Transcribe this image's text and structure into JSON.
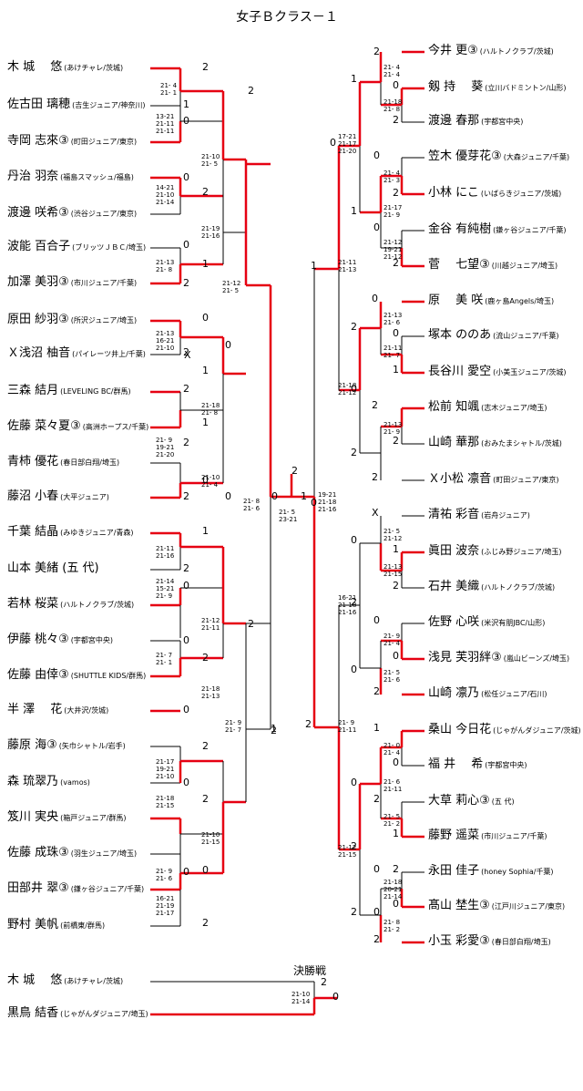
{
  "title": "女子Ｂクラス－１",
  "final_label": "決勝戦",
  "left_players": [
    {
      "name": "木 城　 悠",
      "aff": "(あけチャレ/茨城)"
    },
    {
      "name": "佐古田 璃穂",
      "aff": "(吉生ジュニア/神奈川)"
    },
    {
      "name": "寺岡 志來③",
      "aff": "(町田ジュニア/東京)"
    },
    {
      "name": "丹治 羽奈",
      "aff": "(福島スマッシュ/福島)"
    },
    {
      "name": "渡邊 咲希③",
      "aff": "(渋谷ジュニア/東京)"
    },
    {
      "name": "波能 百合子",
      "aff": "(ブリッツＪＢＣ/埼玉)"
    },
    {
      "name": "加澤 美羽③",
      "aff": "(市川ジュニア/千葉)"
    },
    {
      "name": "原田 紗羽③",
      "aff": "(所沢ジュニア/埼玉)"
    },
    {
      "name": "Ｘ浅沼 柚音",
      "aff": "(パイレーツ井上/千葉)"
    },
    {
      "name": "三森 結月",
      "aff": "(LEVELING BC/群馬)"
    },
    {
      "name": "佐藤 菜々夏③",
      "aff": "(高洲ホープス/千葉)"
    },
    {
      "name": "青柿 優花",
      "aff": "(春日部白翔/埼玉)"
    },
    {
      "name": "藤沼 小春",
      "aff": "(大平ジュニア)"
    },
    {
      "name": "千葉 結晶",
      "aff": "(みゆきジュニア/青森)"
    },
    {
      "name": "山本 美緒 (五 代)",
      "aff": ""
    },
    {
      "name": "若林 桜菜",
      "aff": "(ハルトノクラブ/茨城)"
    },
    {
      "name": "伊藤 桃々③",
      "aff": "(宇都宮中央)"
    },
    {
      "name": "佐藤 由倖③",
      "aff": "(SHUTTLE KIDS/群馬)"
    },
    {
      "name": "半 澤　 花",
      "aff": "(大井沢/茨城)"
    },
    {
      "name": "藤原 海③",
      "aff": "(矢巾シャトル/岩手)"
    },
    {
      "name": "森 琉翠乃",
      "aff": "(vamos)"
    },
    {
      "name": "笈川 実央",
      "aff": "(箱戸ジュニア/群馬)"
    },
    {
      "name": "佐藤 成珠③",
      "aff": "(羽生ジュニア/埼玉)"
    },
    {
      "name": "田部井 翠③",
      "aff": "(鎌ヶ谷ジュニア/千葉)"
    },
    {
      "name": "野村 美帆",
      "aff": "(前橋東/群馬)"
    }
  ],
  "right_players": [
    {
      "name": "今井 更③",
      "aff": "(ハルトノクラブ/茨城)"
    },
    {
      "name": "剱 持　 葵",
      "aff": "(立川バドミントン/山形)"
    },
    {
      "name": "渡邊 春那",
      "aff": "(宇都宮中央)"
    },
    {
      "name": "笠木 優芽花③",
      "aff": "(大森ジュニア/千葉)"
    },
    {
      "name": "小林 にこ",
      "aff": "(いばらきジュニア/茨城)"
    },
    {
      "name": "金谷 有純樹",
      "aff": "(鎌ヶ谷ジュニア/千葉)"
    },
    {
      "name": "菅　 七望③",
      "aff": "(川越ジュニア/埼玉)"
    },
    {
      "name": "原　 美 咲",
      "aff": "(鹿ヶ島Angels/埼玉)"
    },
    {
      "name": "塚本 ののあ",
      "aff": "(流山ジュニア/千葉)"
    },
    {
      "name": "長谷川 愛空",
      "aff": "(小美玉ジュニア/茨城)"
    },
    {
      "name": "松前 知颯",
      "aff": "(志木ジュニア/埼玉)"
    },
    {
      "name": "山崎 華那",
      "aff": "(おみたまシャトル/茨城)"
    },
    {
      "name": "Ｘ小松 凛音",
      "aff": "(町田ジュニア/東京)"
    },
    {
      "name": "清祐 彩音",
      "aff": "(岩舟ジュニア)"
    },
    {
      "name": "眞田 波奈",
      "aff": "(ふじみ野ジュニア/埼玉)"
    },
    {
      "name": "石井 美織",
      "aff": "(ハルトノクラブ/茨城)"
    },
    {
      "name": "佐野 心咲",
      "aff": "(米沢有朋JBC/山形)"
    },
    {
      "name": "浅見 芙羽絆③",
      "aff": "(嵐山ビーンズ/埼玉)"
    },
    {
      "name": "山崎 凛乃",
      "aff": "(松任ジュニア/石川)"
    },
    {
      "name": "桑山 今日花",
      "aff": "(じゃがんダジュニア/茨城)"
    },
    {
      "name": "福 井　 希",
      "aff": "(宇都宮中央)"
    },
    {
      "name": "大草 莉心③",
      "aff": "(五 代)"
    },
    {
      "name": "藤野 遥菜",
      "aff": "(市川ジュニア/千葉)"
    },
    {
      "name": "永田 佳子",
      "aff": "(honey Sophia/千葉)"
    },
    {
      "name": "髙山 埜生③",
      "aff": "(江戸川ジュニア/東京)"
    },
    {
      "name": "小玉 彩愛③",
      "aff": "(春日部白翔/埼玉)"
    }
  ],
  "final_players": [
    {
      "name": "木 城　 悠",
      "aff": "(あけチャレ/茨城)"
    },
    {
      "name": "黒鳥 結香",
      "aff": "(じゃがんダジュニア/埼玉)"
    }
  ],
  "left_scores": [
    {
      "t": "21- 4\n21- 1"
    },
    {
      "t": "13-21\n21-11\n21-11"
    },
    {
      "t": "21-10\n21- 5"
    },
    {
      "t": "14-21\n21-10\n21-14"
    },
    {
      "t": "21-19\n21-16"
    },
    {
      "t": "21-13\n21- 8"
    },
    {
      "t": "21-12\n21- 5"
    },
    {
      "t": "21-13\n16-21\n21-10"
    },
    {
      "t": "21-18\n21- 8"
    },
    {
      "t": "21- 9\n19-21\n21-20"
    },
    {
      "t": "21-10\n21- 4"
    },
    {
      "t": "21- 8\n21- 6"
    },
    {
      "t": "21-11\n21-16"
    },
    {
      "t": "21-14\n15-21\n21- 9"
    },
    {
      "t": "21-12\n21-11"
    },
    {
      "t": "21- 7\n21- 1"
    },
    {
      "t": "21-18\n21-13"
    },
    {
      "t": "21- 9\n21- 7"
    },
    {
      "t": "21-17\n19-21\n21-10"
    },
    {
      "t": "21-18\n21-15"
    },
    {
      "t": "21-10\n21-15"
    },
    {
      "t": "21- 9\n21- 6"
    },
    {
      "t": "16-21\n21-19\n21-17"
    }
  ],
  "right_scores": [
    {
      "t": "21- 4\n21- 4"
    },
    {
      "t": "21-18\n21- 8"
    },
    {
      "t": "17-21\n21-17\n21-20"
    },
    {
      "t": "21- 4\n21- 3"
    },
    {
      "t": "21-17\n21- 9"
    },
    {
      "t": "21-12\n19-21\n21-12"
    },
    {
      "t": "21-11\n21-13"
    },
    {
      "t": "21-13\n21- 6"
    },
    {
      "t": "21-11\n21- 7"
    },
    {
      "t": "21-18\n21-12"
    },
    {
      "t": "21-13\n21- 9"
    },
    {
      "t": "19-21\n21-18\n21-16"
    },
    {
      "t": "21- 5\n21-12"
    },
    {
      "t": "21-13\n21-15"
    },
    {
      "t": "16-21\n21-18\n21-16"
    },
    {
      "t": "21- 9\n21- 4"
    },
    {
      "t": "21- 5\n21- 6"
    },
    {
      "t": "21- 9\n21-11"
    },
    {
      "t": "21- 0\n21- 4"
    },
    {
      "t": "21- 6\n21-11"
    },
    {
      "t": "21- 5\n21- 2"
    },
    {
      "t": "21-12\n21-15"
    },
    {
      "t": "21-18\n20-21\n21-14"
    },
    {
      "t": "21- 8\n21- 2"
    }
  ],
  "center_scores": [
    {
      "t": "21- 5\n23-21"
    }
  ],
  "final_scores": [
    {
      "t": "21-10\n21-14"
    }
  ],
  "marks": [
    "2",
    "1",
    "0",
    "2",
    "0",
    "2",
    "0",
    "1",
    "2",
    "0",
    "2",
    "1",
    "2",
    "X",
    "0",
    "1",
    "2",
    "0",
    "2",
    "0",
    "1",
    "2",
    "0",
    "2",
    "0",
    "2",
    "0",
    "1",
    "2",
    "0",
    "2",
    "0",
    "0",
    "2",
    "1",
    "0",
    "2",
    "0",
    "1",
    "2",
    "0",
    "2",
    "0",
    "2",
    "0",
    "1",
    "2",
    "0",
    "2",
    "1",
    "2",
    "0",
    "2",
    "X",
    "0",
    "1",
    "2",
    "0",
    "2",
    "0",
    "2",
    "0",
    "2",
    "1",
    "0",
    "2",
    "0",
    "1",
    "2",
    "0",
    "2",
    "0",
    "2",
    "0",
    "1",
    "2",
    "0",
    "2",
    "2",
    "0",
    "2",
    "0",
    "2",
    "0",
    "2"
  ],
  "colors": {
    "win": "#e60012",
    "lose": "#000000"
  }
}
